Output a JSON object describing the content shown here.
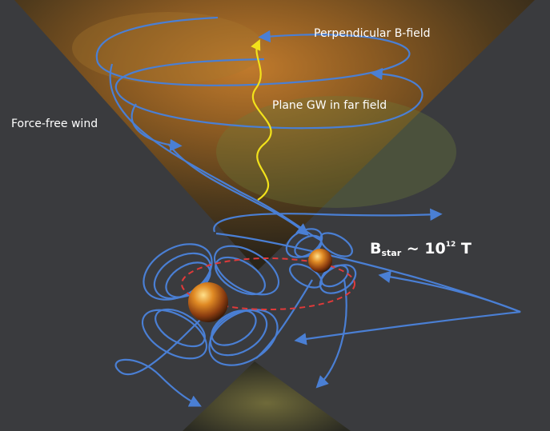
{
  "labels": {
    "perpendicular_field": "Perpendicular B-field",
    "plane_gw": "Plane GW in far field",
    "force_free_wind": "Force-free wind",
    "bstar_main": "B",
    "bstar_sub": "star",
    "bstar_approx": " ~ 10",
    "bstar_exp": "12",
    "bstar_unit": " T"
  },
  "colors": {
    "background": "#3a3b3e",
    "field_lines": "#4a7fd4",
    "gravitational_wave": "#f2e21b",
    "orbit": "#e03a3a",
    "text": "#ffffff"
  }
}
